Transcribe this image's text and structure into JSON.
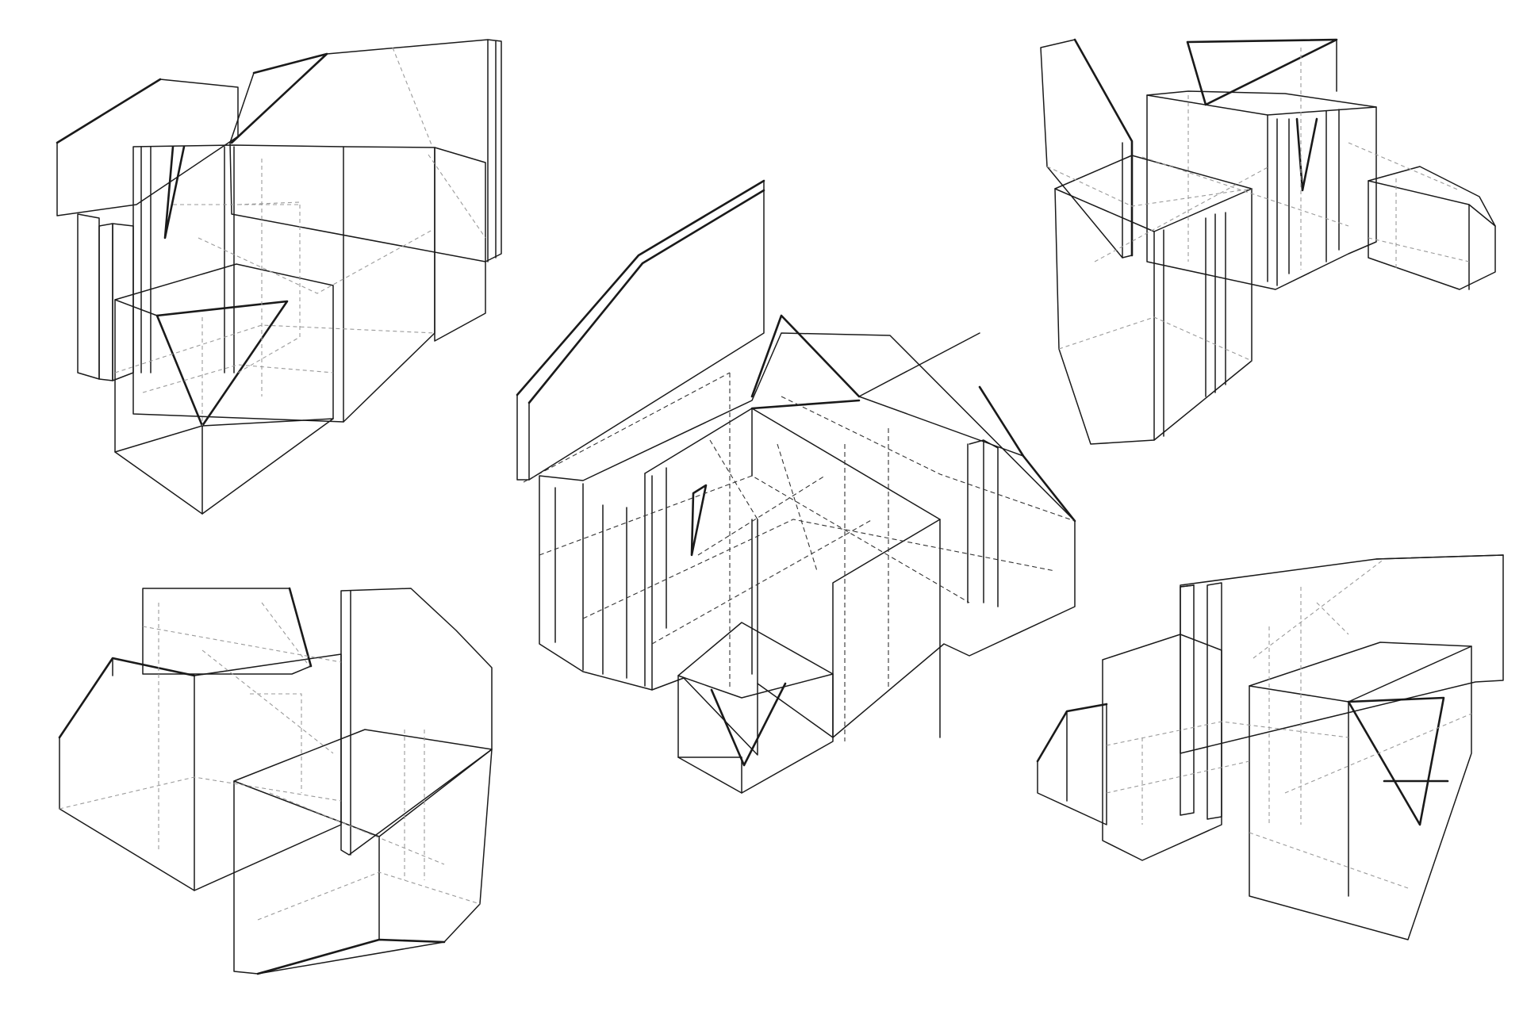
{
  "drawing": {
    "style": "isometric line drawing",
    "line_color": "#1a1a1a",
    "hidden_line_color": "#9a9a9a",
    "background": "#ffffff",
    "views": [
      {
        "name": "view-top-left"
      },
      {
        "name": "view-center"
      },
      {
        "name": "view-top-right"
      },
      {
        "name": "view-bottom-left"
      },
      {
        "name": "view-bottom-right"
      }
    ]
  }
}
